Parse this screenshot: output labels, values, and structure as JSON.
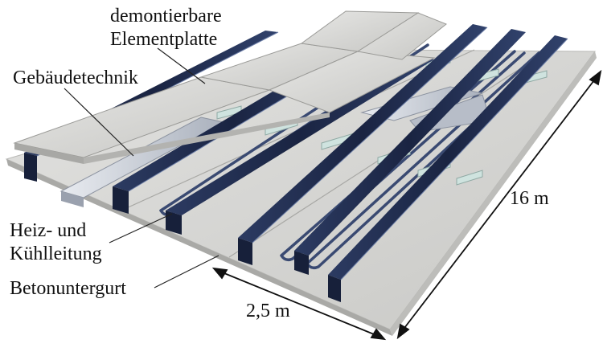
{
  "labels": {
    "removable_panel": [
      "demontierbare",
      "Elementplatte"
    ],
    "building_services": "Gebäudetechnik",
    "heating_cooling": [
      "Heiz- und",
      "Kühlleitung"
    ],
    "concrete_chord": "Betonuntergurt",
    "width": "2,5 m",
    "length": "16 m"
  },
  "colors": {
    "concrete": "#d6d6d4",
    "concrete_edge": "#b9b9b6",
    "steel_beam": "#1f2c4c",
    "steel_highlight": "#5d6f96",
    "panel": "#d4d4d2",
    "duct": "#c8ccd4",
    "pipe": "#3a4a72",
    "leader": "#222222"
  }
}
